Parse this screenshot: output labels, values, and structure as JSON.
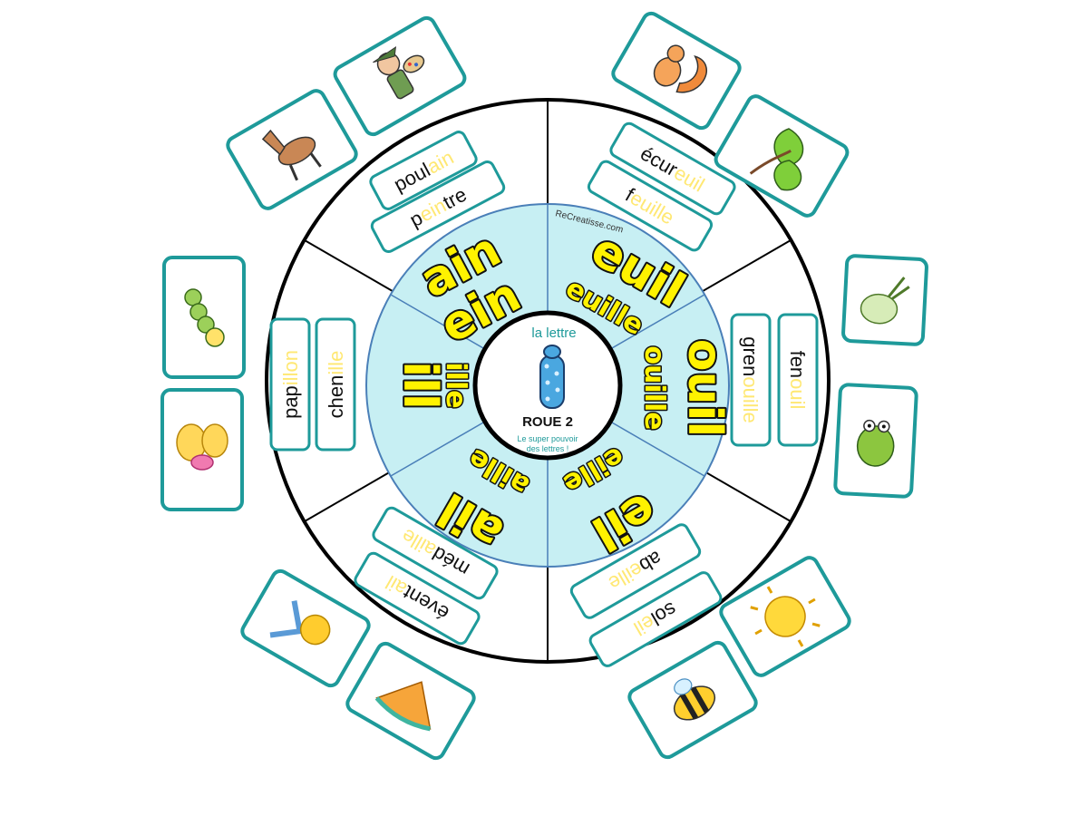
{
  "colors": {
    "card_border": "#1e9a9a",
    "inner_ring": "#c7eff3",
    "sound_fill": "#fff200",
    "highlight": "#ffe873",
    "caption": "#1e9a9a"
  },
  "center": {
    "top_label": "la lettre",
    "letter": "i",
    "title": "ROUE 2",
    "subtitle_line1": "Le super pouvoir",
    "subtitle_line2": "des lettres !",
    "watermark": "ReCreatisse.com"
  },
  "sounds": [
    {
      "main": "ain",
      "second": "ein"
    },
    {
      "main": "euil",
      "second": "euille"
    },
    {
      "main": "ouil",
      "second": "ouille"
    },
    {
      "main": "eil",
      "second": "eille"
    },
    {
      "main": "ail",
      "second": "aille"
    },
    {
      "main": "ill",
      "second": "ille"
    }
  ],
  "words": [
    {
      "pre": "poul",
      "hl": "ain",
      "post": "",
      "picture": "foal-icon"
    },
    {
      "pre": "p",
      "hl": "ein",
      "post": "tre",
      "picture": "painter-icon"
    },
    {
      "pre": "écur",
      "hl": "euil",
      "post": "",
      "picture": "squirrel-icon"
    },
    {
      "pre": "f",
      "hl": "euille",
      "post": "",
      "picture": "leaf-icon"
    },
    {
      "pre": "fen",
      "hl": "ouil",
      "post": "",
      "picture": "fennel-icon"
    },
    {
      "pre": "gren",
      "hl": "ouille",
      "post": "",
      "picture": "frog-icon"
    },
    {
      "pre": "sol",
      "hl": "eil",
      "post": "",
      "picture": "sun-icon"
    },
    {
      "pre": "ab",
      "hl": "eille",
      "post": "",
      "picture": "bee-icon"
    },
    {
      "pre": "évent",
      "hl": "ail",
      "post": "",
      "picture": "fan-icon"
    },
    {
      "pre": "méd",
      "hl": "aille",
      "post": "",
      "picture": "medal-icon"
    },
    {
      "pre": "chen",
      "hl": "ille",
      "post": "",
      "picture": "caterpillar-icon"
    },
    {
      "pre": "pap",
      "hl": "illon",
      "post": "",
      "picture": "butterfly-icon"
    }
  ]
}
